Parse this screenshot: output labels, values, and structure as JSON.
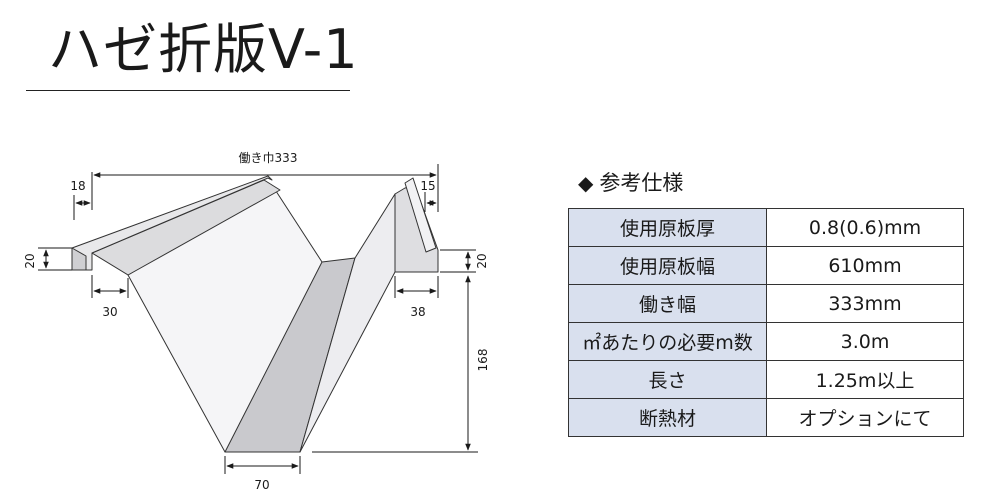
{
  "title": "ハゼ折版V-1",
  "diagram": {
    "width_label": "働き巾333",
    "dims": {
      "d18": "18",
      "d15": "15",
      "d20_left": "20",
      "d20_right": "20",
      "d30": "30",
      "d38": "38",
      "d168": "168",
      "d70": "70"
    }
  },
  "spec": {
    "heading_mark": "◆",
    "heading": "参考仕様",
    "rows": [
      {
        "label": "使用原板厚",
        "value": "0.8(0.6)mm"
      },
      {
        "label": "使用原板幅",
        "value": "610mm"
      },
      {
        "label": "働き幅",
        "value": "333mm"
      },
      {
        "label": "㎡あたりの必要m数",
        "value": "3.0m"
      },
      {
        "label": "長さ",
        "value": "1.25m以上"
      },
      {
        "label": "断熱材",
        "value": "オプションにて"
      }
    ]
  }
}
